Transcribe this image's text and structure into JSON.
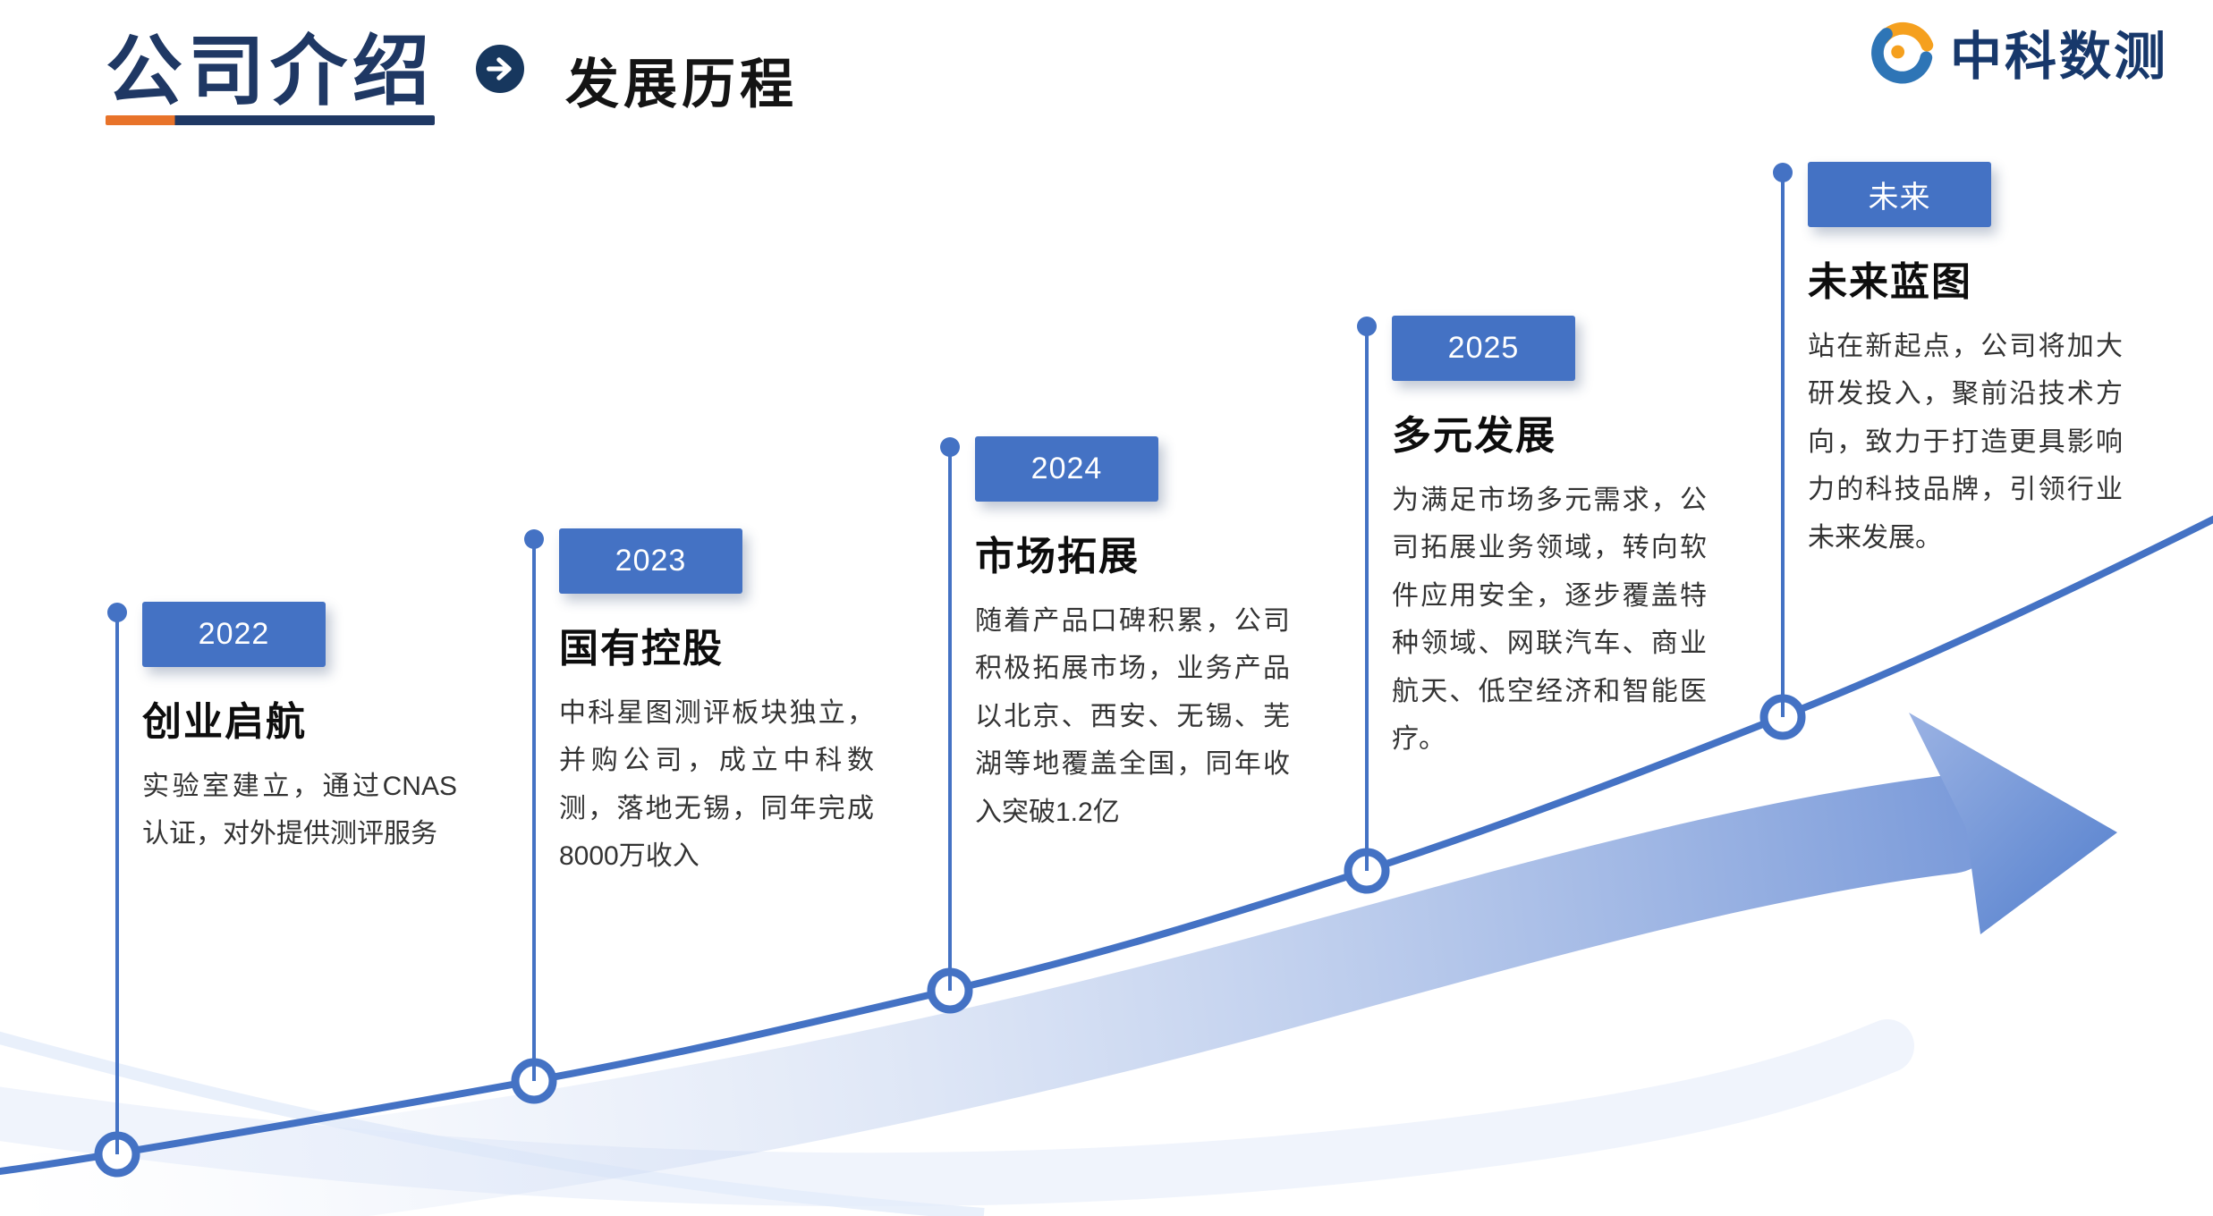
{
  "slide": {
    "title": "公司介绍",
    "subtitle": "发展历程"
  },
  "logo": {
    "name": "中科数测"
  },
  "colors": {
    "accent_blue": "#4472C4",
    "navy": "#1F3864",
    "orange": "#E8732A",
    "logo_blue": "#2E75B6",
    "logo_orange": "#F5A01E"
  },
  "milestones": [
    {
      "year": "2022",
      "title": "创业启航",
      "description": "实验室建立，通过CNAS认证，对外提供测评服务"
    },
    {
      "year": "2023",
      "title": "国有控股",
      "description": "中科星图测评板块独立，并购公司，成立中科数测，落地无锡，同年完成8000万收入"
    },
    {
      "year": "2024",
      "title": "市场拓展",
      "description": "随着产品口碑积累，公司积极拓展市场，业务产品以北京、西安、无锡、芜湖等地覆盖全国，同年收入突破1.2亿"
    },
    {
      "year": "2025",
      "title": "多元发展",
      "description": "为满足市场多元需求，公司拓展业务领域，转向软件应用安全，逐步覆盖特种领域、网联汽车、商业航天、低空经济和智能医疗。"
    },
    {
      "year": "未来",
      "title": "未来蓝图",
      "description": "站在新起点，公司将加大研发投入，聚前沿技术方向，致力于打造更具影响力的科技品牌，引领行业未来发展。"
    }
  ]
}
